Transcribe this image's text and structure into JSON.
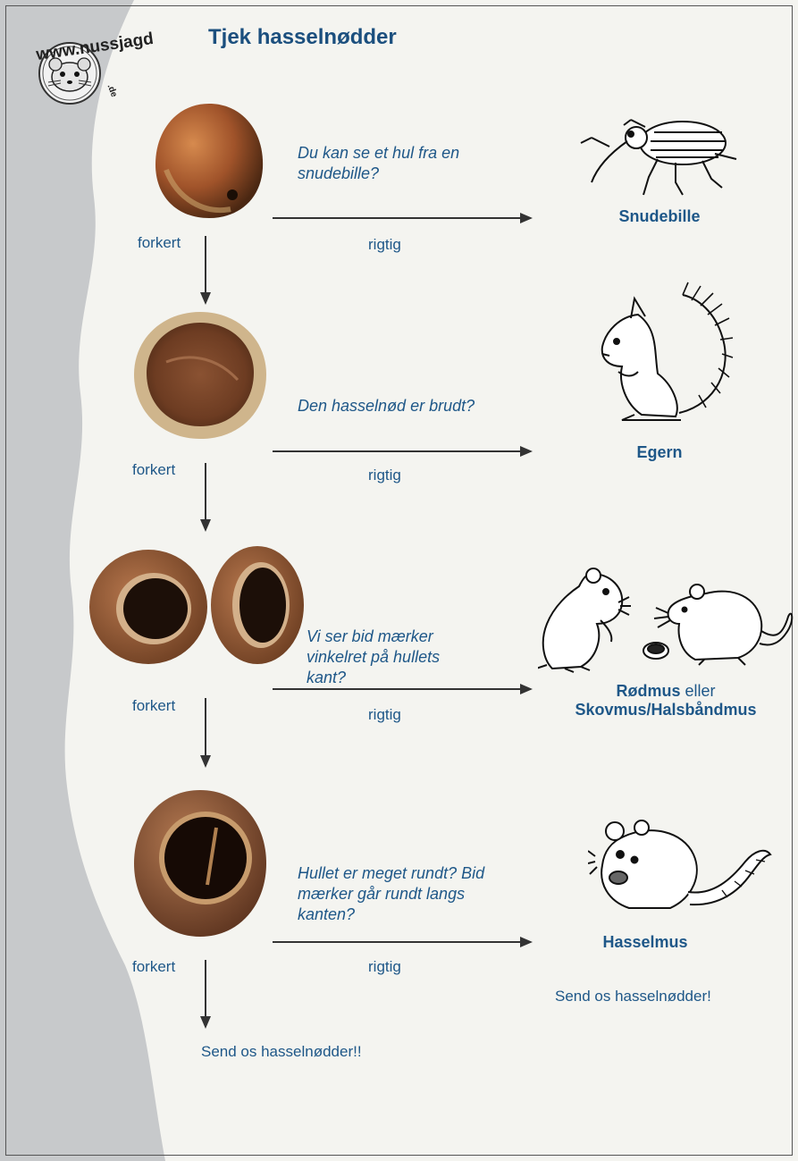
{
  "logo": {
    "text_top": "www.nussjagd",
    "text_suffix": ".de"
  },
  "title": "Tjek hasselnødder",
  "steps": [
    {
      "question": "Du kan se et hul fra en snudebille?",
      "no_label": "forkert",
      "yes_label": "rigtig",
      "animal": "Snudebille"
    },
    {
      "question": "Den hasselnød er brudt?",
      "no_label": "forkert",
      "yes_label": "rigtig",
      "animal": "Egern"
    },
    {
      "question": "Vi ser bid mærker vinkelret på hullets kant?",
      "no_label": "forkert",
      "yes_label": "rigtig",
      "animal_a": "Rødmus",
      "animal_join": "eller",
      "animal_b": "Skovmus/Halsbåndmus"
    },
    {
      "question": "Hullet er meget rundt? Bid mærker går rundt langs kanten?",
      "no_label": "forkert",
      "yes_label": "rigtig",
      "animal": "Hasselmus",
      "send": "Send os hasselnødder!"
    }
  ],
  "final": "Send os hasselnødder!!",
  "colors": {
    "text": "#1e5788",
    "title": "#1b4f7e",
    "arrow": "#333333",
    "sidebar": "#c7c9cb"
  },
  "icons": [
    "logo-dormouse-icon",
    "weevil-icon",
    "squirrel-icon",
    "field-mouse-icon",
    "bank-vole-icon",
    "dormouse-icon"
  ]
}
